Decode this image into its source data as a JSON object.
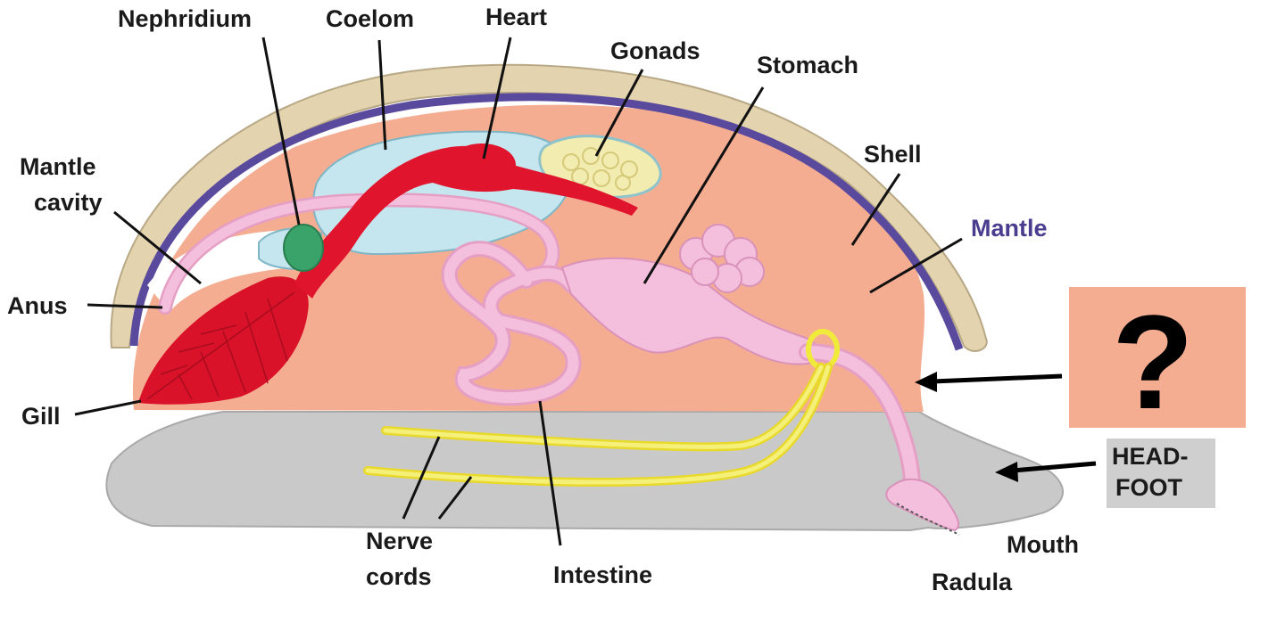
{
  "diagram": {
    "labels": {
      "nephridium": "Nephridium",
      "coelom": "Coelom",
      "heart": "Heart",
      "gonads": "Gonads",
      "stomach": "Stomach",
      "shell": "Shell",
      "mantle": "Mantle",
      "mantle_cavity_line1": "Mantle",
      "mantle_cavity_line2": "cavity",
      "anus": "Anus",
      "gill": "Gill",
      "nerve_cords_line1": "Nerve",
      "nerve_cords_line2": "cords",
      "intestine": "Intestine",
      "mouth": "Mouth",
      "radula": "Radula",
      "head_foot_line1": "HEAD-",
      "head_foot_line2": "FOOT",
      "question_mark": "?"
    },
    "colors": {
      "shell": "#e3d3ae",
      "mantle": "#5a4a9e",
      "visceral_mass": "#f5ad92",
      "foot": "#c9c9c9",
      "gill": "#d9122a",
      "heart": "#e0142c",
      "coelom": "#c5e6ee",
      "gonads": "#f2ecb0",
      "gut": "#f4bfdc",
      "nephridium": "#3aa36a",
      "nerve_cords": "#f0ea3a",
      "mantle_label": "#4a3d8f",
      "question_box": "#f5ad92"
    }
  }
}
